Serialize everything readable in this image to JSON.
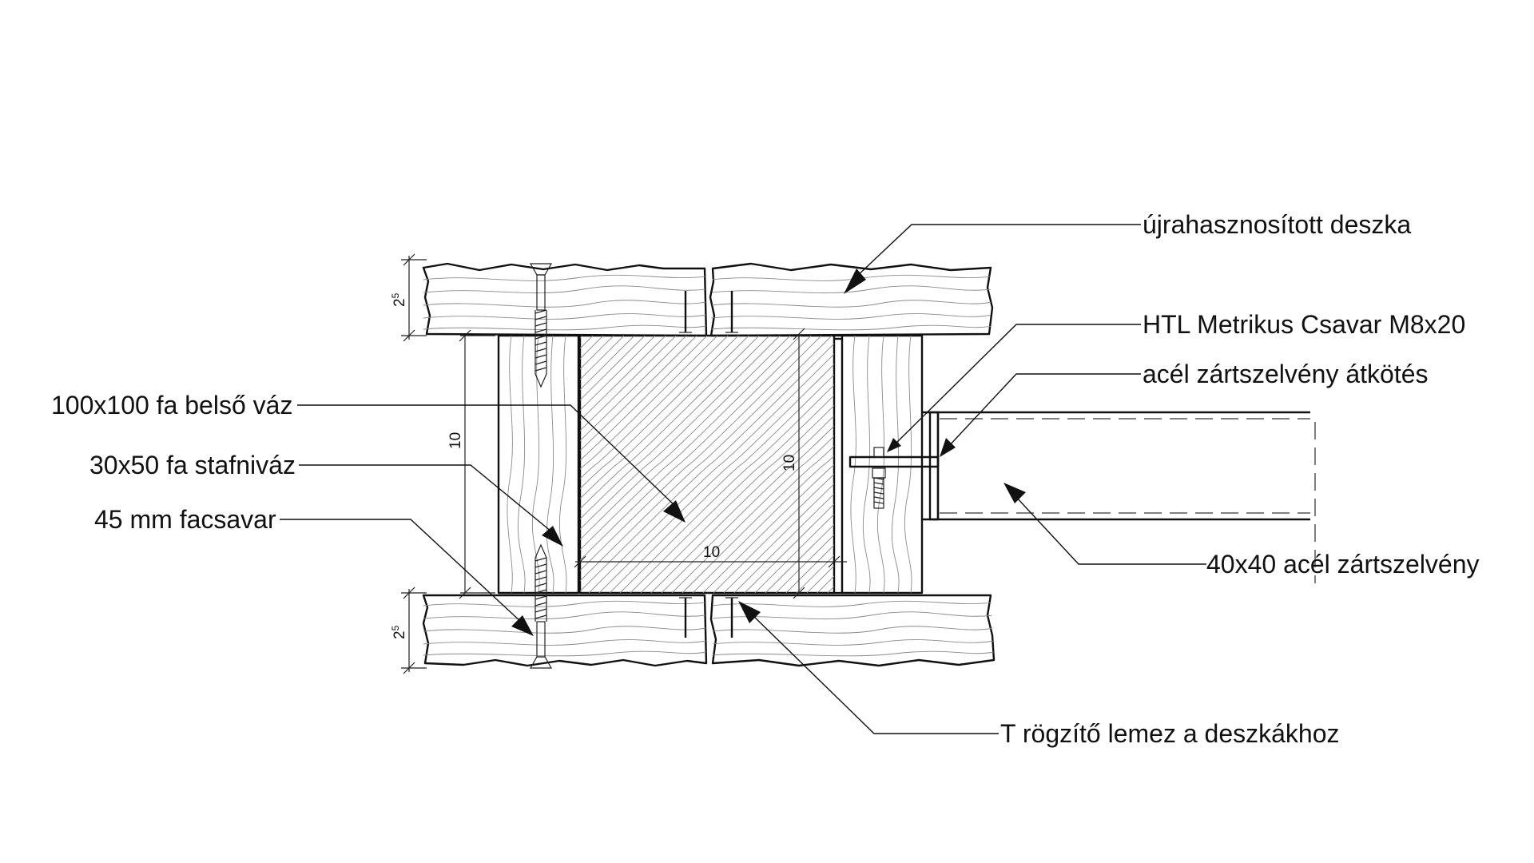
{
  "labels": {
    "reused_board": "újrahasznosított deszka",
    "htl_bolt": "HTL Metrikus Csavar M8x20",
    "steel_connection": "acél zártszelvény átkötés",
    "inner_frame": "100x100 fa belső váz",
    "batten_frame": "30x50 fa stafniváz",
    "wood_screw": "45 mm facsavar",
    "steel_tube": "40x40 acél zártszelvény",
    "t_plate": "T rögzítő lemez a deszkákhoz"
  },
  "dimensions": {
    "top_board_base": "2",
    "top_board_sup": "5",
    "bottom_board_base": "2",
    "bottom_board_sup": "5",
    "total_height": "10",
    "inner_height": "10",
    "inner_width": "10"
  }
}
